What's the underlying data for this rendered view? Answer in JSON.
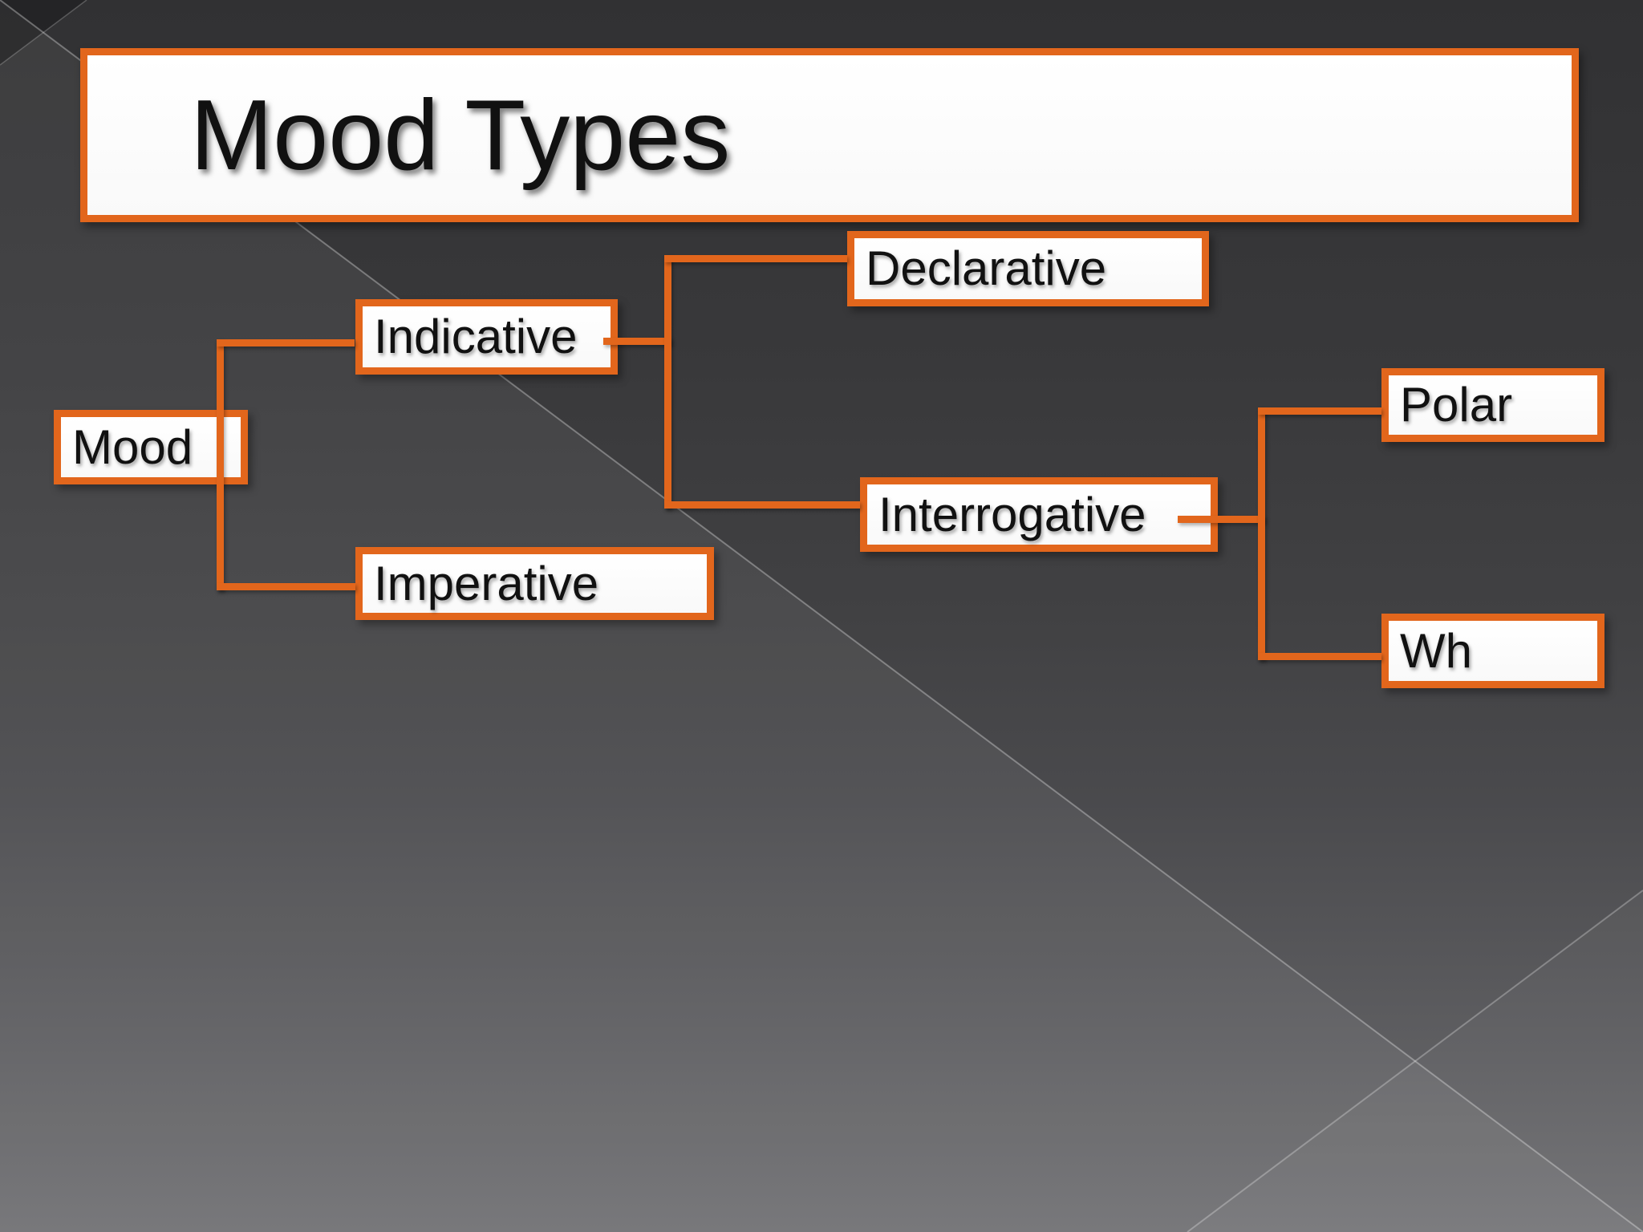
{
  "slide": {
    "title": "Mood Types"
  },
  "diagram": {
    "nodes": {
      "mood": {
        "label": "Mood"
      },
      "indicative": {
        "label": "Indicative"
      },
      "imperative": {
        "label": "Imperative"
      },
      "declarative": {
        "label": "Declarative"
      },
      "interrogative": {
        "label": "Interrogative"
      },
      "polar": {
        "label": "Polar"
      },
      "wh": {
        "label": "Wh"
      }
    },
    "edges": [
      {
        "from": "Mood",
        "to": "Indicative"
      },
      {
        "from": "Mood",
        "to": "Imperative"
      },
      {
        "from": "Indicative",
        "to": "Declarative"
      },
      {
        "from": "Indicative",
        "to": "Interrogative"
      },
      {
        "from": "Interrogative",
        "to": "Polar"
      },
      {
        "from": "Interrogative",
        "to": "Wh"
      }
    ]
  },
  "colors": {
    "accent_orange": "#E2661C",
    "box_fill": "#FCFCFC",
    "text_color": "#111111",
    "background_dark": "#313133",
    "background_light": "#7B7B7E"
  }
}
